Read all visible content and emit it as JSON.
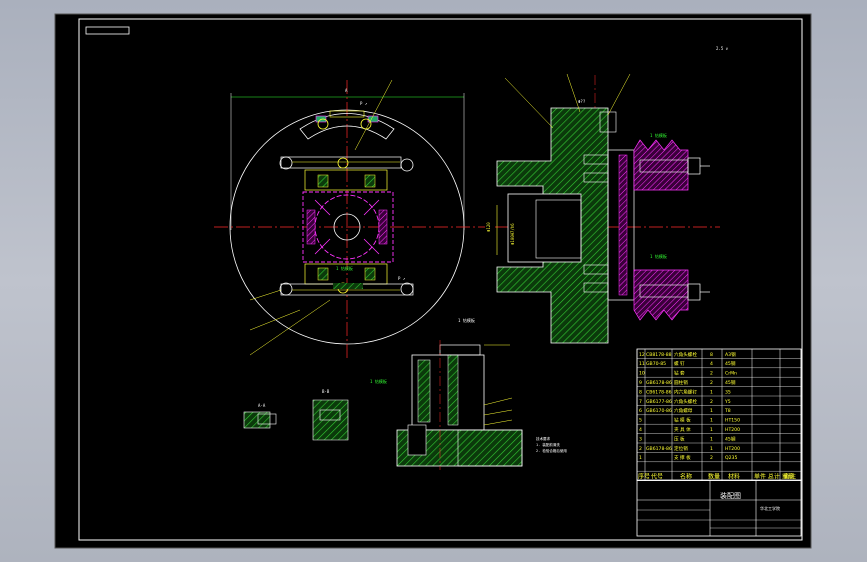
{
  "drawing": {
    "title": "装配图",
    "bom_rows": [
      {
        "code": "CB8178-88",
        "name": "六角头螺栓",
        "material": "A3钢",
        "qty": "8"
      },
      {
        "code": "GB70-85",
        "name": "螺 钉",
        "material": "45钢",
        "qty": "4"
      },
      {
        "code": "",
        "name": "钻 套",
        "material": "CrMn",
        "qty": "2"
      },
      {
        "code": "GB6178-86",
        "name": "圆柱销",
        "material": "45钢",
        "qty": "2"
      },
      {
        "code": "CB6178-86",
        "name": "内六角螺钉",
        "material": "35",
        "qty": "1"
      },
      {
        "code": "GB6177-86",
        "name": "六角头螺栓",
        "material": "Y5",
        "qty": "2"
      },
      {
        "code": "GB6170-86",
        "name": "六角螺母",
        "material": "T8",
        "qty": "1"
      },
      {
        "code": "",
        "name": "钻 模 板",
        "material": "HT150",
        "qty": "1"
      },
      {
        "code": "",
        "name": "夹 具 体",
        "material": "HT200",
        "qty": "1"
      },
      {
        "code": "",
        "name": "压 板",
        "material": "45钢",
        "qty": "1"
      },
      {
        "code": "GB6178-86",
        "name": "定位销",
        "material": "HT200",
        "qty": "1"
      },
      {
        "code": "",
        "name": "支 撑 板",
        "material": "Q235",
        "qty": "2"
      }
    ],
    "bom_headers": [
      "序号",
      "代号",
      "名称",
      "数量",
      "材料",
      "单件 总计 重量",
      "备注"
    ],
    "company": "华北工学院",
    "colors": {
      "border": "#ffffff",
      "centerline": "#ff2a2a",
      "hatch": "#2fbf2f",
      "magenta": "#ff2bff",
      "yellow": "#ffff33",
      "cyan": "#00e0e0",
      "background": "#000000"
    }
  }
}
